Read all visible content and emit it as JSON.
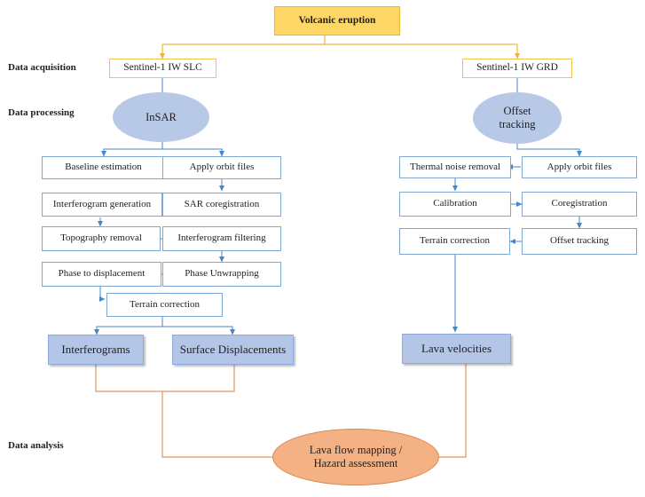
{
  "title": "Volcanic eruption",
  "row_labels": {
    "acquisition": "Data acquisition",
    "processing": "Data processing",
    "analysis": "Data analysis"
  },
  "sources": {
    "slc": "Sentinel-1  IW SLC",
    "grd": "Sentinel-1  IW GRD"
  },
  "methods": {
    "insar": "InSAR",
    "offset_tracking": "Offset tracking"
  },
  "insar_steps": {
    "baseline_estimation": "Baseline  estimation",
    "apply_orbit_files": "Apply orbit files",
    "interferogram_generation": "Interferogram  generation",
    "sar_coregistration": "SAR coregistration",
    "topography_removal": "Topography removal",
    "interferogram_filtering": "Interferogram filtering",
    "phase_to_displacement": "Phase to displacement",
    "phase_unwrapping": "Phase Unwrapping",
    "terrain_correction": "Terrain correction"
  },
  "offset_steps": {
    "thermal_noise_removal": "Thermal noise removal",
    "apply_orbit_files": "Apply orbit files",
    "calibration": "Calibration",
    "coregistration": "Coregistration",
    "terrain_correction": "Terrain correction",
    "offset_tracking": "Offset tracking"
  },
  "outputs": {
    "interferograms": "Interferograms",
    "surface_displacements": "Surface Displacements",
    "lava_velocities": "Lava velocities"
  },
  "analysis": {
    "line1": "Lava flow mapping  /",
    "line2": "Hazard assessment"
  },
  "colors": {
    "yellow_fill": "#ffd766",
    "yellow_border": "#f2c449",
    "blue_fill": "#b4c6e7",
    "blue_line": "#5b9bd5",
    "orange_fill": "#f4b183",
    "orange_line": "#e0955f"
  }
}
